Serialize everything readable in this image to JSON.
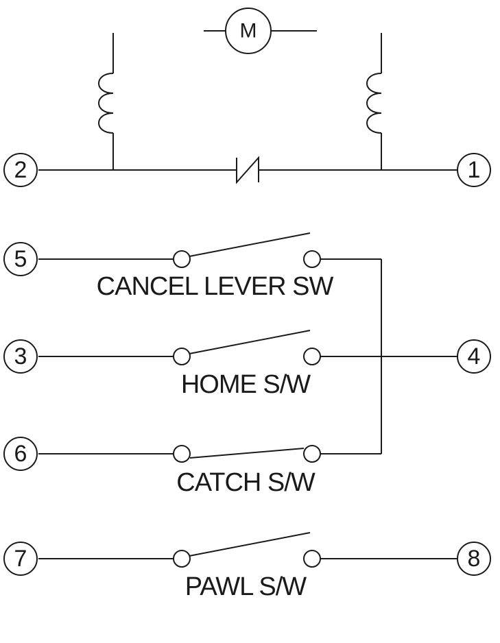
{
  "motor": {
    "symbol": "M"
  },
  "terminals": {
    "t1": "1",
    "t2": "2",
    "t3": "3",
    "t4": "4",
    "t5": "5",
    "t6": "6",
    "t7": "7",
    "t8": "8"
  },
  "switches": {
    "cancel_lever": "CANCEL LEVER SW",
    "home": "HOME S/W",
    "catch": "CATCH S/W",
    "pawl": "PAWL S/W"
  }
}
